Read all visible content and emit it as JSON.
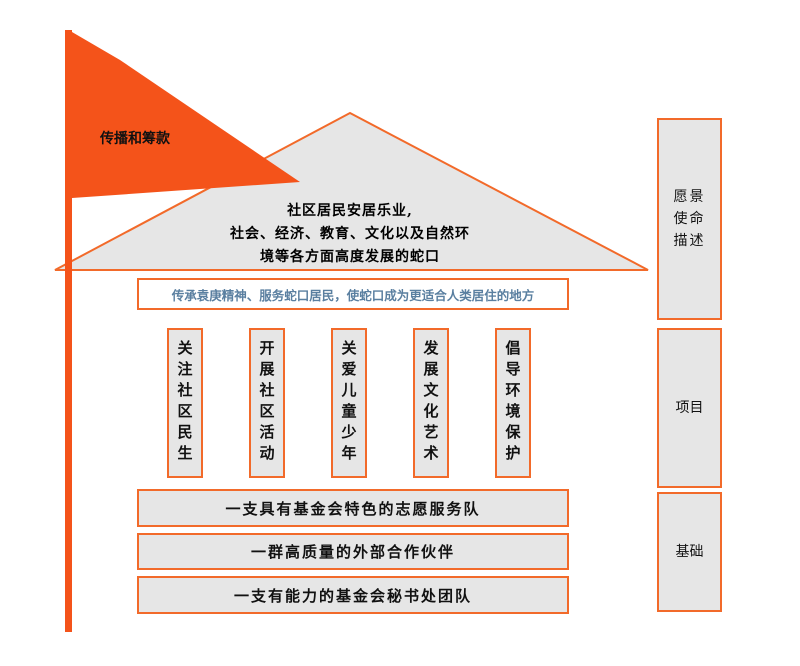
{
  "flag": {
    "label": "传播和筹款",
    "color": "#f4531a"
  },
  "roof": {
    "lines": [
      "社区居民安居乐业,",
      "社会、经济、教育、文化以及自然环",
      "境等各方面高度发展的蛇口"
    ]
  },
  "mission": "传承袁庚精神、服务蛇口居民，使蛇口成为更适合人类居住的地方",
  "pillars": [
    "关注社区民生",
    "开展社区活动",
    "关爱儿童少年",
    "发展文化艺术",
    "倡导环境保护"
  ],
  "foundation": [
    "一支具有基金会特色的志愿服务队",
    "一群高质量的外部合作伙伴",
    "一支有能力的基金会秘书处团队"
  ],
  "side_labels": {
    "vision": "愿景\n使命\n描述",
    "projects": "项目",
    "foundation": "基础"
  },
  "colors": {
    "accent": "#f26a2a",
    "fill": "#e6e6e6",
    "mission_text": "#5a7fa0"
  }
}
